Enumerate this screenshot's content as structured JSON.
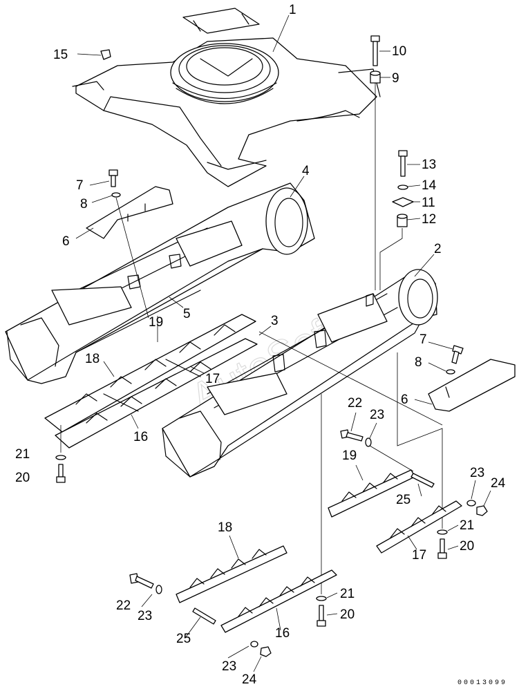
{
  "diagram": {
    "watermark": "AutoSoft",
    "drawing_code": "00013099",
    "callouts": [
      "1",
      "2",
      "3",
      "4",
      "5",
      "6",
      "6",
      "7",
      "7",
      "8",
      "8",
      "9",
      "10",
      "11",
      "12",
      "13",
      "14",
      "15",
      "16",
      "16",
      "17",
      "17",
      "18",
      "18",
      "19",
      "19",
      "20",
      "20",
      "20",
      "21",
      "21",
      "21",
      "22",
      "22",
      "23",
      "23",
      "23",
      "23",
      "24",
      "24",
      "25",
      "25"
    ]
  },
  "colors": {
    "line": "#000000",
    "background": "#ffffff",
    "watermark": "#bdbdbd"
  }
}
